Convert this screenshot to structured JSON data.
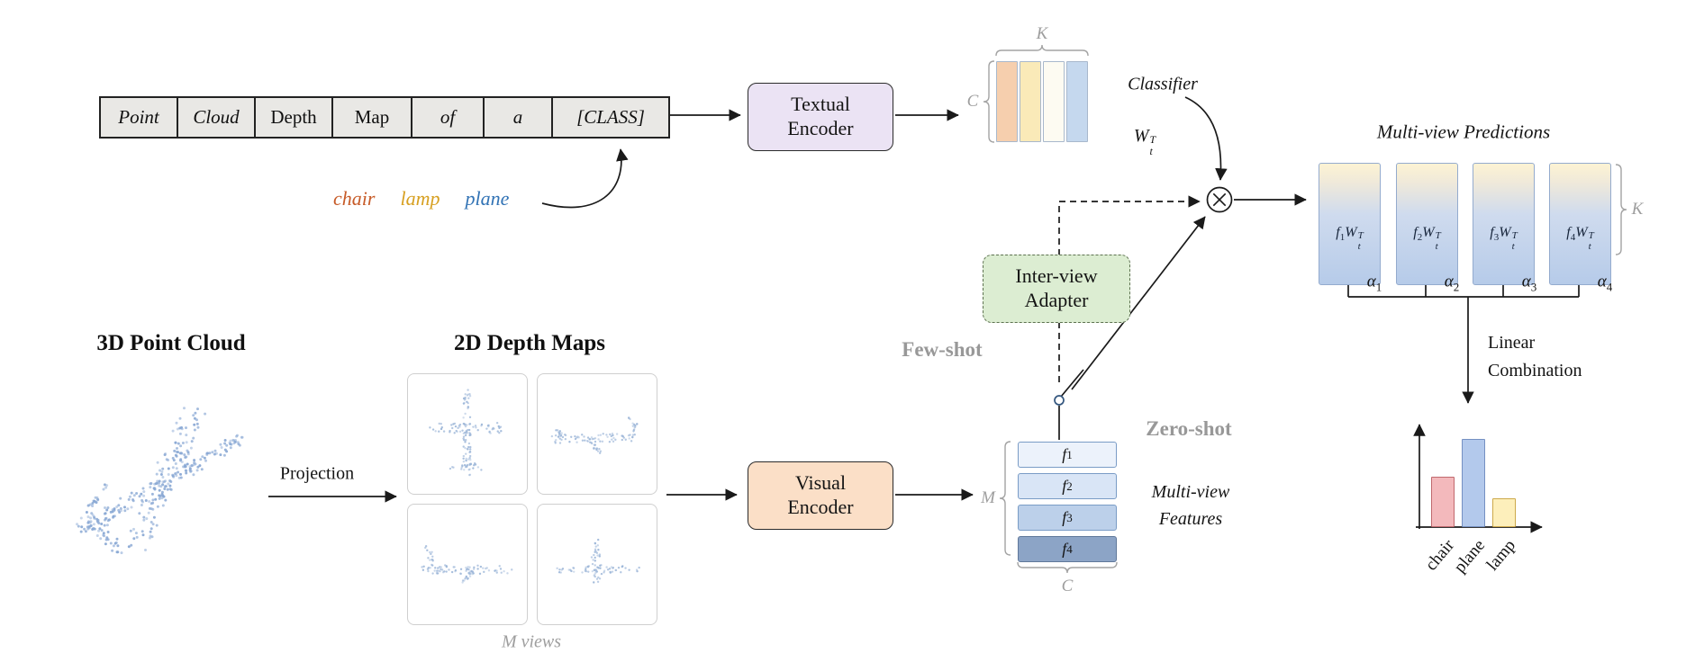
{
  "prompt": {
    "cells": [
      "Point",
      "Cloud",
      "Depth",
      "Map",
      "of",
      "a",
      "[CLASS]"
    ],
    "class_words": [
      {
        "label": "chair",
        "color": "#c75b28"
      },
      {
        "label": "lamp",
        "color": "#d7a021"
      },
      {
        "label": "plane",
        "color": "#3273b5"
      }
    ]
  },
  "encoders": {
    "textual": {
      "line1": "Textual",
      "line2": "Encoder"
    },
    "visual": {
      "line1": "Visual",
      "line2": "Encoder"
    },
    "adapter": {
      "line1": "Inter-view",
      "line2": "Adapter"
    }
  },
  "classifier": {
    "label": "Classifier",
    "w": "W",
    "w_sub": "t",
    "w_sup": "T",
    "k": "K",
    "c": "C",
    "bar_colors": [
      "#f6cfae",
      "#faeab8",
      "#fdfbf2",
      "#c5d8ee"
    ]
  },
  "modes": {
    "few_shot": "Few-shot",
    "zero_shot": "Zero-shot"
  },
  "features": {
    "m": "M",
    "c": "C",
    "caption_line1": "Multi-view",
    "caption_line2": "Features",
    "rows": [
      {
        "f": "f",
        "sub": "1",
        "fill": "#ecf2fb",
        "border": "#7a9cc6"
      },
      {
        "f": "f",
        "sub": "2",
        "fill": "#d9e5f6",
        "border": "#7a9cc6"
      },
      {
        "f": "f",
        "sub": "3",
        "fill": "#bcd0ea",
        "border": "#7a9cc6"
      },
      {
        "f": "f",
        "sub": "4",
        "fill": "#8ca4c6",
        "border": "#60789a"
      }
    ]
  },
  "predictions": {
    "title": "Multi-view Predictions",
    "k": "K",
    "cards": [
      {
        "f": "f",
        "f_sub": "1",
        "w": "W",
        "w_sub": "t",
        "w_sup": "T"
      },
      {
        "f": "f",
        "f_sub": "2",
        "w": "W",
        "w_sub": "t",
        "w_sup": "T"
      },
      {
        "f": "f",
        "f_sub": "3",
        "w": "W",
        "w_sub": "t",
        "w_sup": "T"
      },
      {
        "f": "f",
        "f_sub": "4",
        "w": "W",
        "w_sub": "t",
        "w_sup": "T"
      }
    ],
    "alphas": [
      {
        "sym": "α",
        "sub": "1"
      },
      {
        "sym": "α",
        "sub": "2"
      },
      {
        "sym": "α",
        "sub": "3"
      },
      {
        "sym": "α",
        "sub": "4"
      }
    ],
    "linear_line1": "Linear",
    "linear_line2": "Combination"
  },
  "left": {
    "pointcloud_title": "3D Point Cloud",
    "depthmaps_title": "2D Depth Maps",
    "projection": "Projection",
    "views_caption": "M views"
  },
  "chart_data": {
    "type": "bar",
    "title": "",
    "categories": [
      "chair",
      "plane",
      "lamp"
    ],
    "values": [
      0.45,
      0.8,
      0.25
    ],
    "ylim": [
      0,
      1
    ],
    "xlabel": "",
    "ylabel": "",
    "legend": "none",
    "grid": false,
    "bar_fills": [
      "#f3b9bc",
      "#b3c9ec",
      "#fdefbb"
    ],
    "bar_borders": [
      "#c0696e",
      "#7590c2",
      "#cdA94a"
    ]
  }
}
